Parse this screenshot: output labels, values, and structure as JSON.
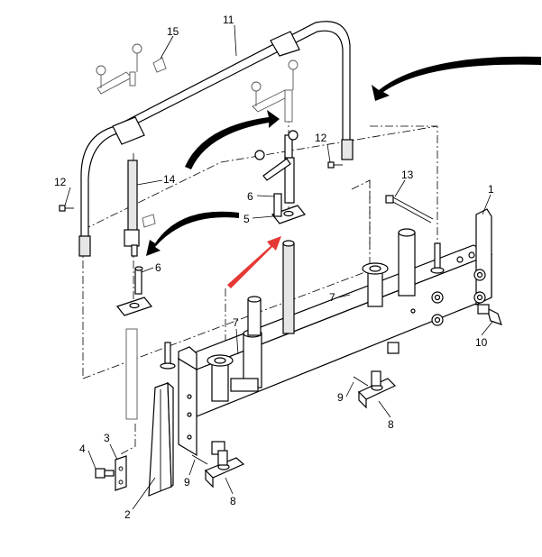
{
  "figure": {
    "callouts": [
      "1",
      "2",
      "3",
      "4",
      "5",
      "6",
      "6",
      "7",
      "7",
      "8",
      "8",
      "9",
      "9",
      "10",
      "11",
      "12",
      "12",
      "13",
      "14",
      "15"
    ],
    "colors": {
      "line": "#000000",
      "highlight_arrow": "#e53935",
      "background": "#ffffff"
    }
  }
}
